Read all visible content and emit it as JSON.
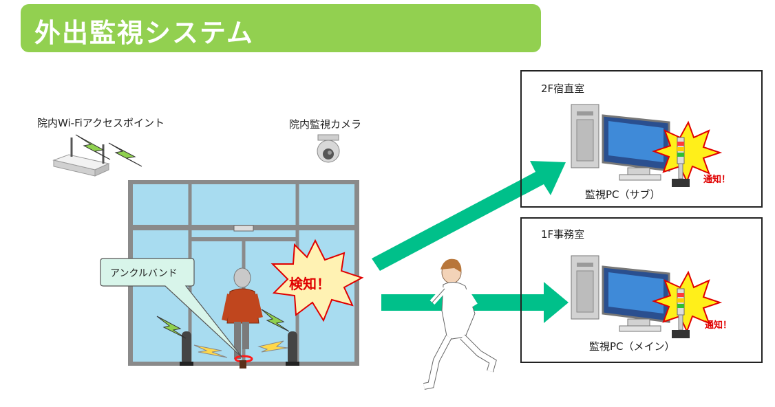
{
  "title": "外出監視システム",
  "labels": {
    "wifi": "院内Wi-Fiアクセスポイント",
    "camera": "院内監視カメラ",
    "ankle_band": "アンクルバンド",
    "detect": "検知！"
  },
  "rooms": [
    {
      "name": "2F宿直室",
      "pc_label": "監視PC（サブ）",
      "notice": "通知！"
    },
    {
      "name": "1F事務室",
      "pc_label": "監視PC（メイン）",
      "notice": "通知！"
    }
  ],
  "colors": {
    "banner": "#92d050",
    "arrow": "#00c08a",
    "glass": "#a8dcf0",
    "alert": "#e00000"
  }
}
